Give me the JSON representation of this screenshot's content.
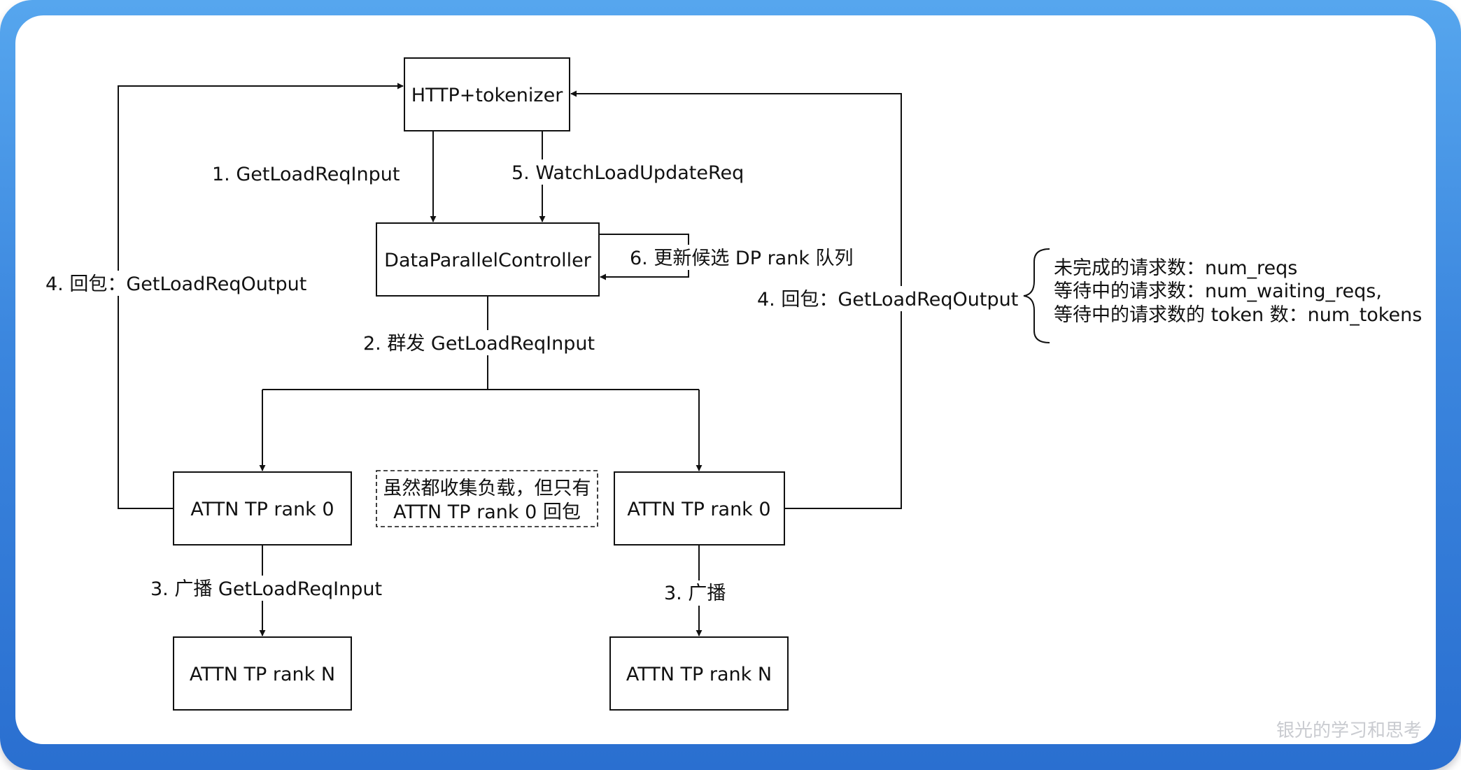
{
  "nodes": {
    "http_tokenizer": "HTTP+tokenizer",
    "dp_controller": "DataParallelController",
    "attn_left_rank0": "ATTN TP rank 0",
    "attn_right_rank0": "ATTN TP rank 0",
    "attn_left_rankN": "ATTN TP rank N",
    "attn_right_rankN": "ATTN TP rank N"
  },
  "edges": {
    "step1": "1. GetLoadReqInput",
    "step5": "5. WatchLoadUpdateReq",
    "step6": "6. 更新候选 DP rank 队列",
    "step2": "2. 群发 GetLoadReqInput",
    "step4_left": "4. 回包：GetLoadReqOutput",
    "step4_right": "4. 回包：GetLoadReqOutput",
    "step3_left": "3. 广播 GetLoadReqInput",
    "step3_right": "3. 广播"
  },
  "note": {
    "line1": "虽然都收集负载，但只有",
    "line2": "ATTN TP rank  0 回包"
  },
  "output_fields": [
    "未完成的请求数：num_reqs",
    "等待中的请求数：num_waiting_reqs,",
    "等待中的请求数的 token 数：num_tokens"
  ],
  "watermark": "银光的学习和思考",
  "colors": {
    "frame_top": "#56a6ee",
    "frame_bottom": "#2a6fd0",
    "line": "#111111",
    "background": "#ffffff"
  }
}
